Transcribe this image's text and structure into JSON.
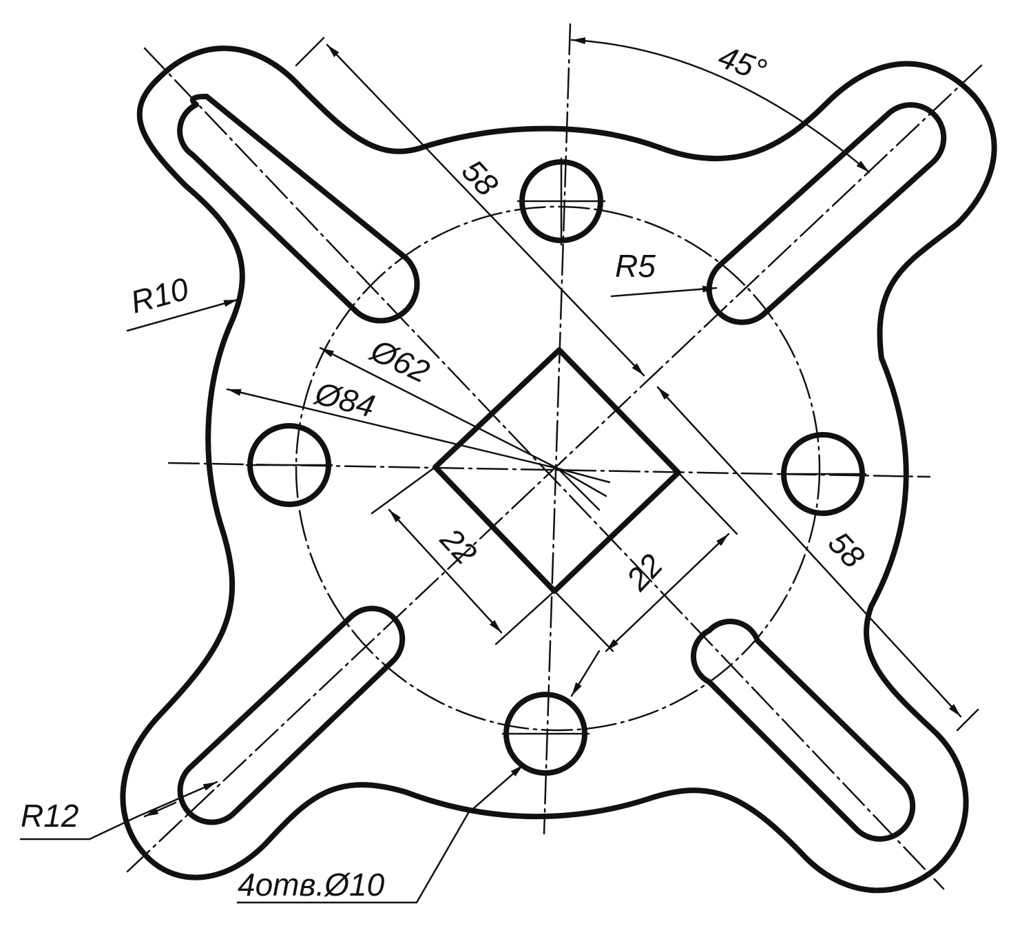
{
  "dimensions": {
    "angle_45": "45°",
    "length_58_top": "58",
    "length_58_right": "58",
    "radius_r10": "R10",
    "radius_r5": "R5",
    "radius_r12": "R12",
    "diameter_62": "Ø62",
    "diameter_84": "Ø84",
    "square_22_left": "22",
    "square_22_right": "22",
    "holes_note": "4отв.Ø10"
  }
}
